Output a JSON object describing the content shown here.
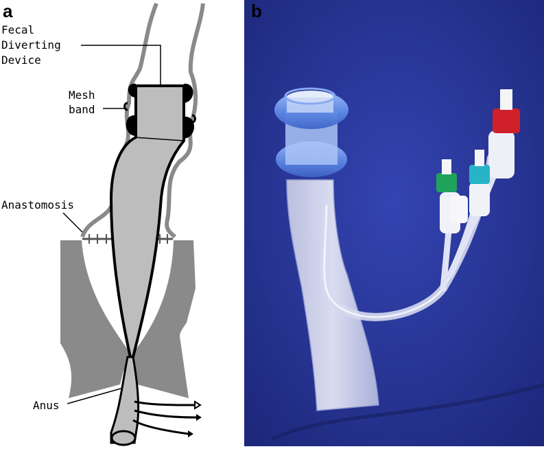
{
  "panel_a": {
    "letter": "a",
    "labels": {
      "fecal_line1": "Fecal",
      "fecal_line2": "Diverting",
      "fecal_line3": "Device",
      "mesh_line1": "Mesh",
      "mesh_line2": "band",
      "anastomosis": "Anastomosis",
      "anus": "Anus"
    }
  },
  "panel_b": {
    "letter": "b"
  },
  "colors": {
    "tissue_gray": "#8a8a8a",
    "device_gray": "#bdbdbd",
    "outline": "#000000",
    "backdrop_blue": "#26349a",
    "silicone_blue": "#6f94e6",
    "cap_red": "#d0202a",
    "cap_green": "#1fa35a",
    "cap_cyan": "#27b3c8"
  }
}
